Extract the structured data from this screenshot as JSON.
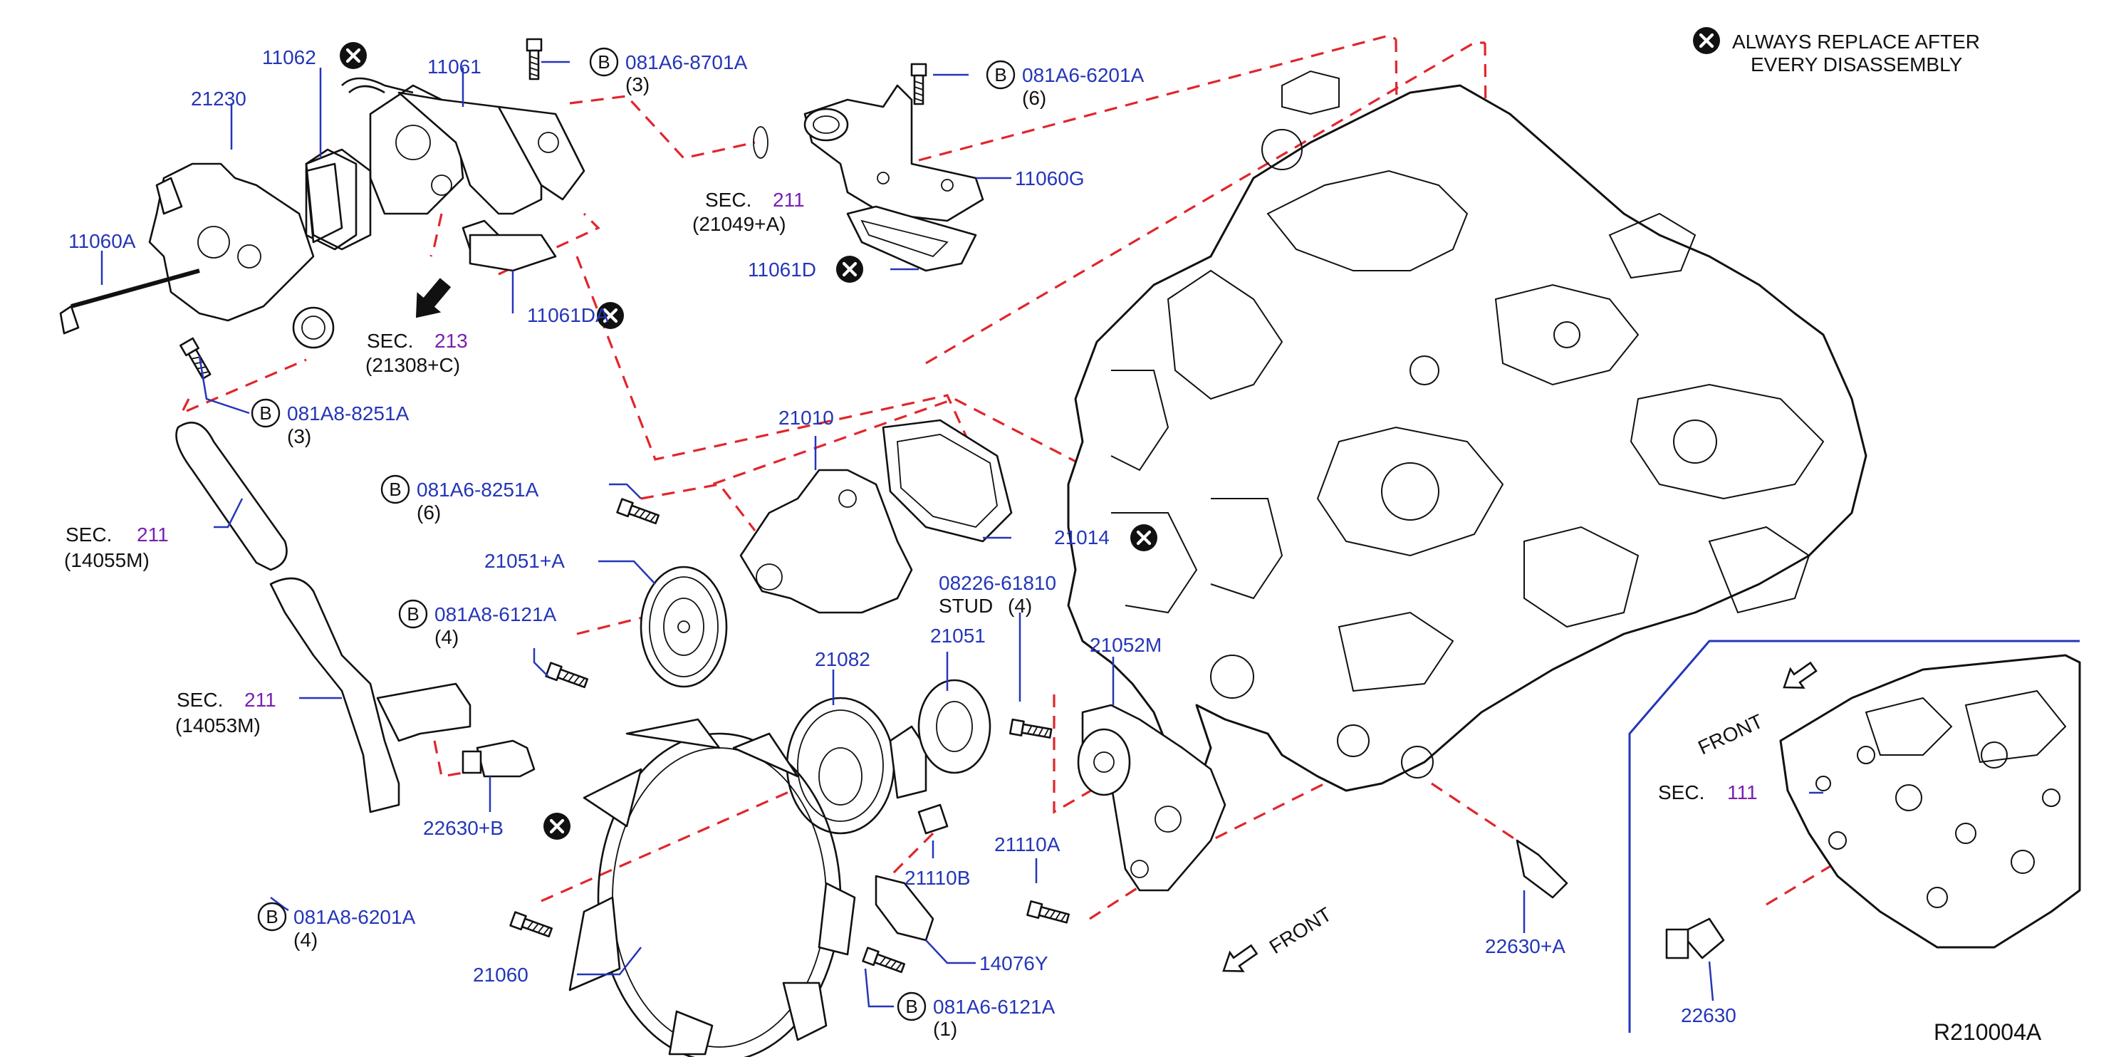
{
  "legend": {
    "line1": "ALWAYS   REPLACE   AFTER",
    "line2": "EVERY   DISASSEMBLY",
    "icon": "replace-x-icon"
  },
  "diagram_code": "R210004A",
  "bolt_symbol": "B",
  "front_labels": {
    "main": "FRONT",
    "inset": "FRONT"
  },
  "parts": {
    "p11062": "11062",
    "p11061": "11061",
    "p21230": "21230",
    "p11060A": "11060A",
    "p11061DA": "11061DA",
    "p11060G": "11060G",
    "p11061D": "11061D",
    "p21010": "21010",
    "p21014": "21014",
    "p21051A": "21051+A",
    "p21051": "21051",
    "p21082": "21082",
    "p21052M": "21052M",
    "p21110A": "21110A",
    "p21110B": "21110B",
    "p14076Y": "14076Y",
    "p21060": "21060",
    "p22630B": "22630+B",
    "p22630A": "22630+A",
    "p22630": "22630",
    "p08226": "08226-61810"
  },
  "bolts": {
    "b1": {
      "code": "081A6-8701A",
      "qty": "(3)"
    },
    "b2": {
      "code": "081A6-6201A",
      "qty": "(6)"
    },
    "b3": {
      "code": "081A8-8251A",
      "qty": "(3)"
    },
    "b4": {
      "code": "081A6-8251A",
      "qty": "(6)"
    },
    "b5": {
      "code": "081A8-6121A",
      "qty": "(4)"
    },
    "b6": {
      "code": "081A8-6201A",
      "qty": "(4)"
    },
    "b7": {
      "code": "081A6-6121A",
      "qty": "(1)"
    }
  },
  "stud": {
    "label": "STUD",
    "qty": "(4)"
  },
  "sections": {
    "s213": {
      "prefix": "SEC.",
      "num": "213",
      "ref": "(21308+C)"
    },
    "s211a": {
      "prefix": "SEC.",
      "num": "211",
      "ref": "(21049+A)"
    },
    "s211b": {
      "prefix": "SEC.",
      "num": "211",
      "ref": "(14055M)"
    },
    "s211c": {
      "prefix": "SEC.",
      "num": "211",
      "ref": "(14053M)"
    },
    "s111": {
      "prefix": "SEC.",
      "num": "111"
    }
  }
}
